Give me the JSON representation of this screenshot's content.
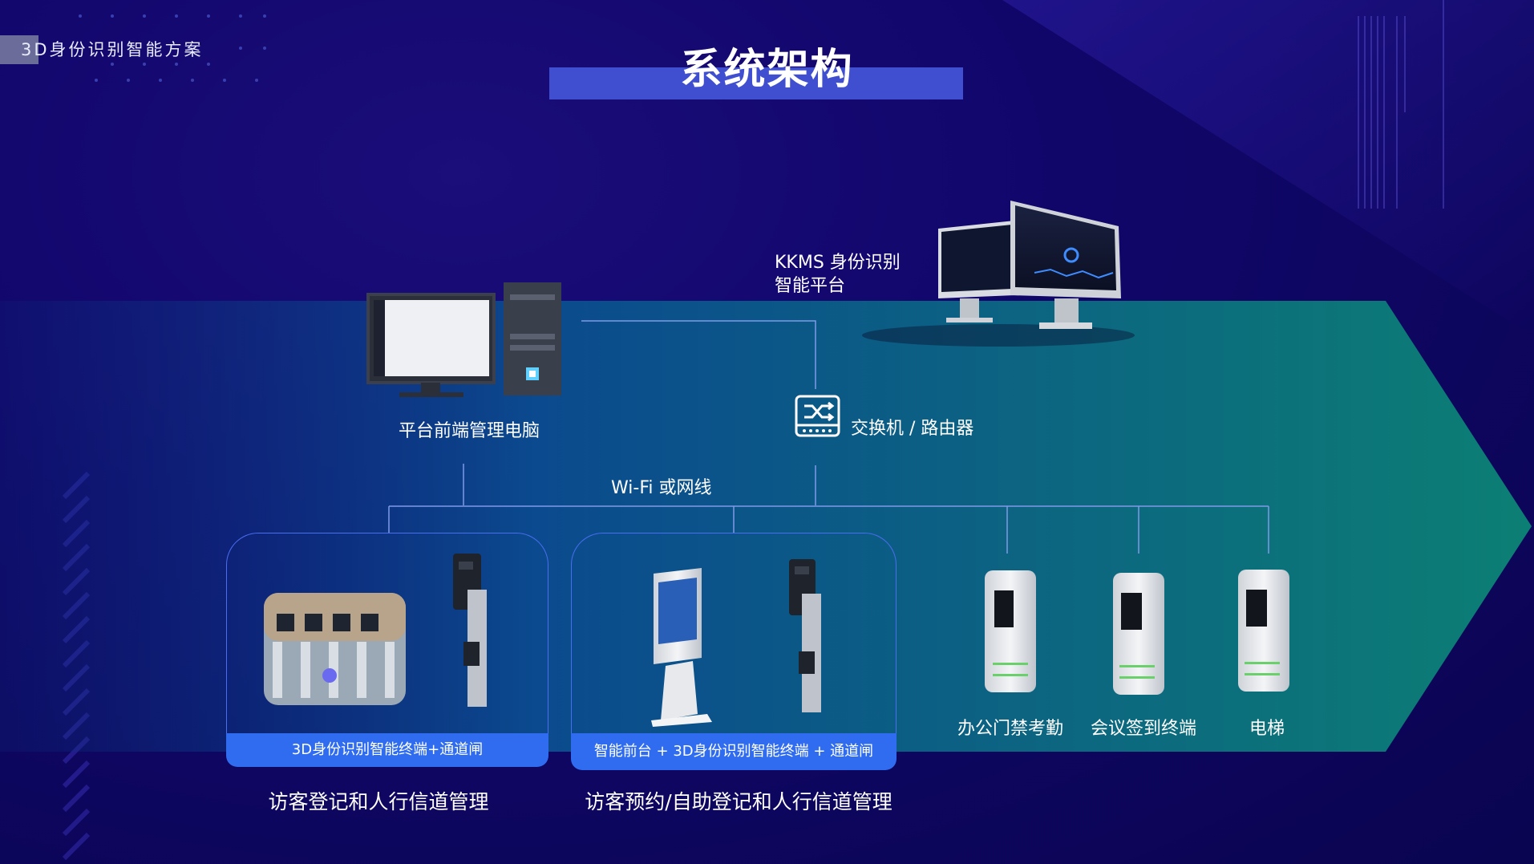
{
  "header": {
    "brand": "3D身份识别智能方案",
    "title": "系统架构"
  },
  "nodes": {
    "platform": {
      "line1": "KKMS 身份识别",
      "line2": "智能平台"
    },
    "frontend_pc": "平台前端管理电脑",
    "switch": "交换机 / 路由器",
    "network": "Wi-Fi 或网线"
  },
  "groups": [
    {
      "footer": "3D身份识别智能终端+通道闸",
      "caption": "访客登记和人行信道管理"
    },
    {
      "footer": "智能前台 + 3D身份识别智能终端 + 通道闸",
      "caption": "访客预约/自助登记和人行信道管理"
    }
  ],
  "terminals": [
    "办公门禁考勤",
    "会议签到终端",
    "电梯"
  ],
  "colors": {
    "background": "#10066a",
    "arrow_start": "#0b3f86",
    "arrow_end": "#0c7a78",
    "accent_blue": "#2f6cf0",
    "title_band": "#3f4fd0",
    "line": "#6f8fe0"
  }
}
